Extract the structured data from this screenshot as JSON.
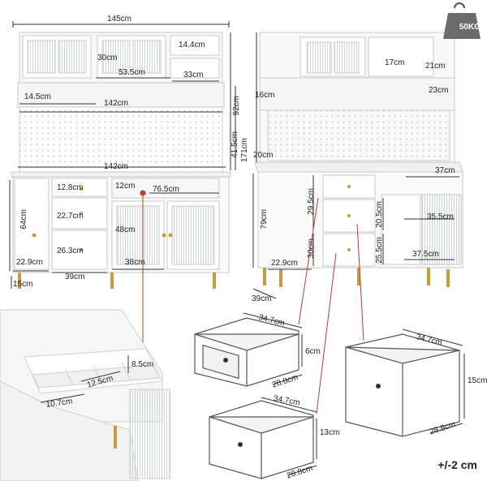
{
  "weight": {
    "label": "50KG"
  },
  "tolerance": "+/-2 cm",
  "front_view": {
    "total_width": "145cm",
    "cabinet_width": "142cm",
    "hutch_width": "142cm",
    "door_height": "30cm",
    "glass_width": "53.5cm",
    "glass_height": "14.4cm",
    "wine_rack": "33cm",
    "shelf_depth": "14.5cm",
    "total_height": "92cm",
    "upper_height": "41.5cm",
    "full_height": "171cm",
    "left_cab_height": "64cm",
    "left_cab_width": "22.9cm",
    "drawer_width": "39cm",
    "drawer1": "12.8cm",
    "drawer2": "22.7cm",
    "drawer3": "26.3cm",
    "counter_gap": "12cm",
    "counter_width": "76.5cm",
    "cab_height": "48cm",
    "cab_width": "38cm",
    "leg": "15cm"
  },
  "side_view": {
    "depth_top": "16cm",
    "depth_mid": "20cm",
    "shelf_17": "17cm",
    "shelf_21": "21cm",
    "shelf_23": "23cm",
    "rack_37": "37cm",
    "drawer_a": "29.5cm",
    "drawer_b": "30cm",
    "height_79": "79cm",
    "width_229": "22.9cm",
    "depth_39": "39cm",
    "cab_205": "20.5cm",
    "cab_255": "25.5cm",
    "cab_355": "35.5cm",
    "cab_375": "37.5cm"
  },
  "detail": {
    "d85": "8.5cm",
    "d125": "12.5cm",
    "d107": "10.7cm"
  },
  "drawers": [
    {
      "w": "34.7cm",
      "h": "6cm",
      "d": "28.8cm"
    },
    {
      "w": "34.7cm",
      "h": "15cm",
      "d": "28.8cm"
    },
    {
      "w": "34.7cm",
      "h": "13cm",
      "d": "28.8cm"
    }
  ]
}
